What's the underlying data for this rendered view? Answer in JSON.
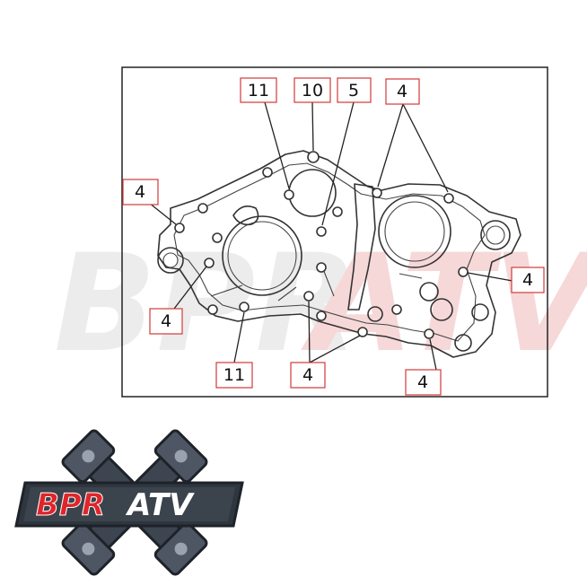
{
  "callouts": {
    "top_11": "11",
    "top_10": "10",
    "top_5": "5",
    "top_4": "4",
    "left_4": "4",
    "right_4": "4",
    "lower_left_4": "4",
    "bottom_11": "11",
    "bottom_mid_4": "4",
    "bottom_right_4": "4"
  },
  "logo": {
    "text_part1": "BPR",
    "text_part2": "ATV"
  },
  "watermark": {
    "part1": "BPR",
    "part2": "ATV"
  },
  "colors": {
    "accent_red": "#e0252a",
    "label_border": "#d23a3a",
    "logo_dark": "#3d4550",
    "watermark_grey": "#ececec",
    "watermark_red": "#f5d0d0"
  }
}
